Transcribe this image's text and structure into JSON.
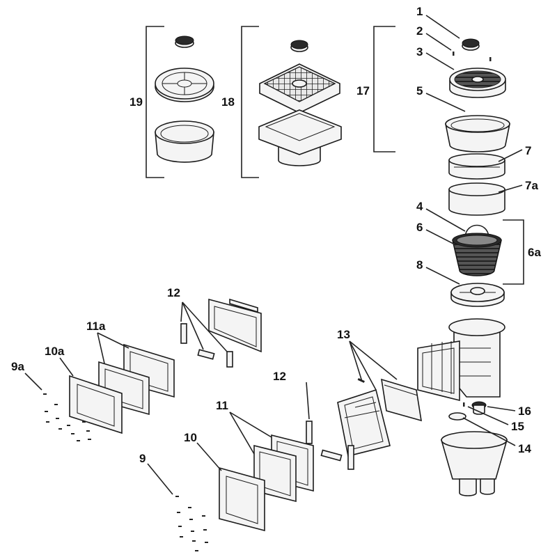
{
  "diagram": {
    "labels": {
      "l1": "1",
      "l2": "2",
      "l3": "3",
      "l4": "4",
      "l5": "5",
      "l6": "6",
      "l6a": "6a",
      "l7": "7",
      "l7a": "7a",
      "l8": "8",
      "l9": "9",
      "l9a": "9a",
      "l10": "10",
      "l10a": "10a",
      "l11": "11",
      "l11a": "11a",
      "l12a": "12",
      "l12b": "12",
      "l13": "13",
      "l14": "14",
      "l15": "15",
      "l16": "16",
      "l17": "17",
      "l18": "18",
      "l19": "19"
    }
  }
}
